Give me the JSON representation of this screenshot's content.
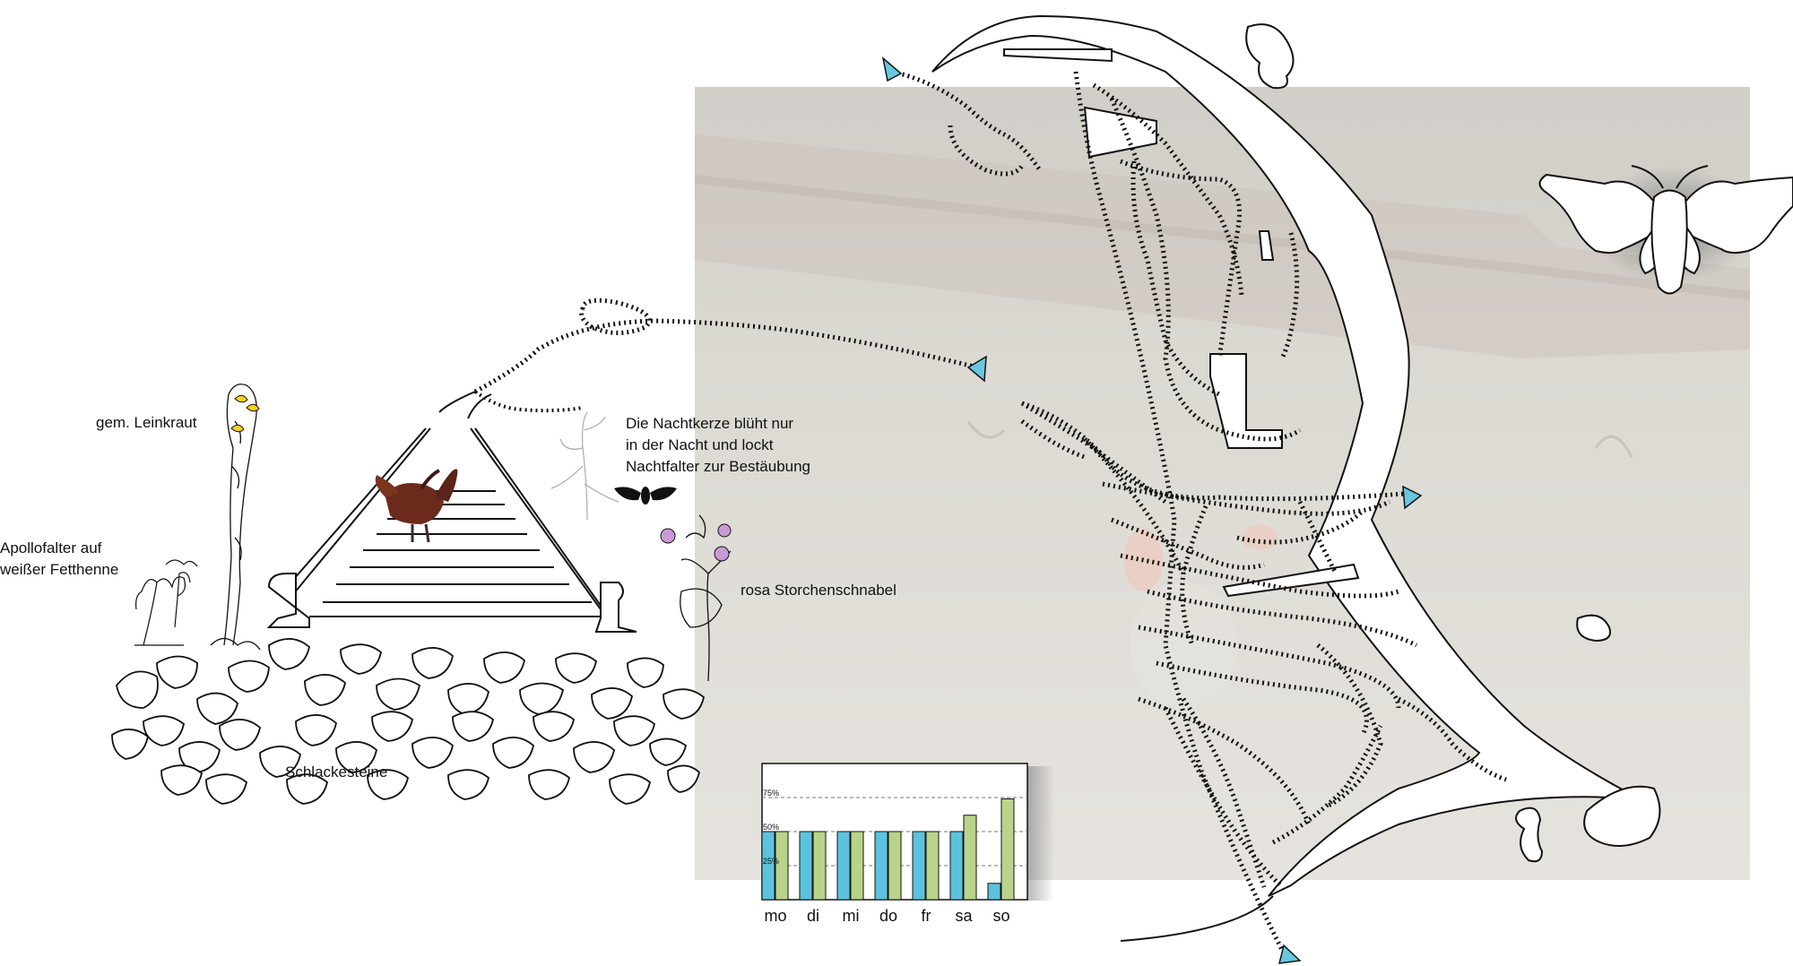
{
  "labels": {
    "leinkraut": "gem. Leinkraut",
    "apollo_line1": "Apollofalter auf",
    "apollo_line2": "weißer Fetthenne",
    "nachtkerze_line1": "Die Nachtkerze blüht nur",
    "nachtkerze_line2": "in der Nacht und lockt",
    "nachtkerze_line3": "Nachtfalter zur Bestäubung",
    "storchenschnabel": "rosa Storchenschnabel",
    "schlackesteine": "Schlackesteine"
  },
  "colors": {
    "arrow": "#67c7e0",
    "bar_blue": "#5bc3dd",
    "bar_green": "#b9d48a",
    "blossom_yellow": "#f5d21c",
    "geranium_pink": "#c99bd6",
    "photo_ground": "#dedbd6"
  },
  "icons": [
    "moth-icon",
    "small-moth-icon",
    "pheasant-icon",
    "arrow-head-icon"
  ],
  "chart_data": {
    "type": "bar",
    "categories": [
      "mo",
      "di",
      "mi",
      "do",
      "fr",
      "sa",
      "so"
    ],
    "series": [
      {
        "values": [
          50,
          50,
          50,
          50,
          50,
          50,
          12
        ]
      },
      {
        "values": [
          50,
          50,
          50,
          50,
          50,
          62,
          74
        ]
      }
    ],
    "yticks": [
      "75%",
      "50%",
      "25%"
    ],
    "ylim": [
      0,
      100
    ],
    "grid": "dashed horizontal"
  }
}
